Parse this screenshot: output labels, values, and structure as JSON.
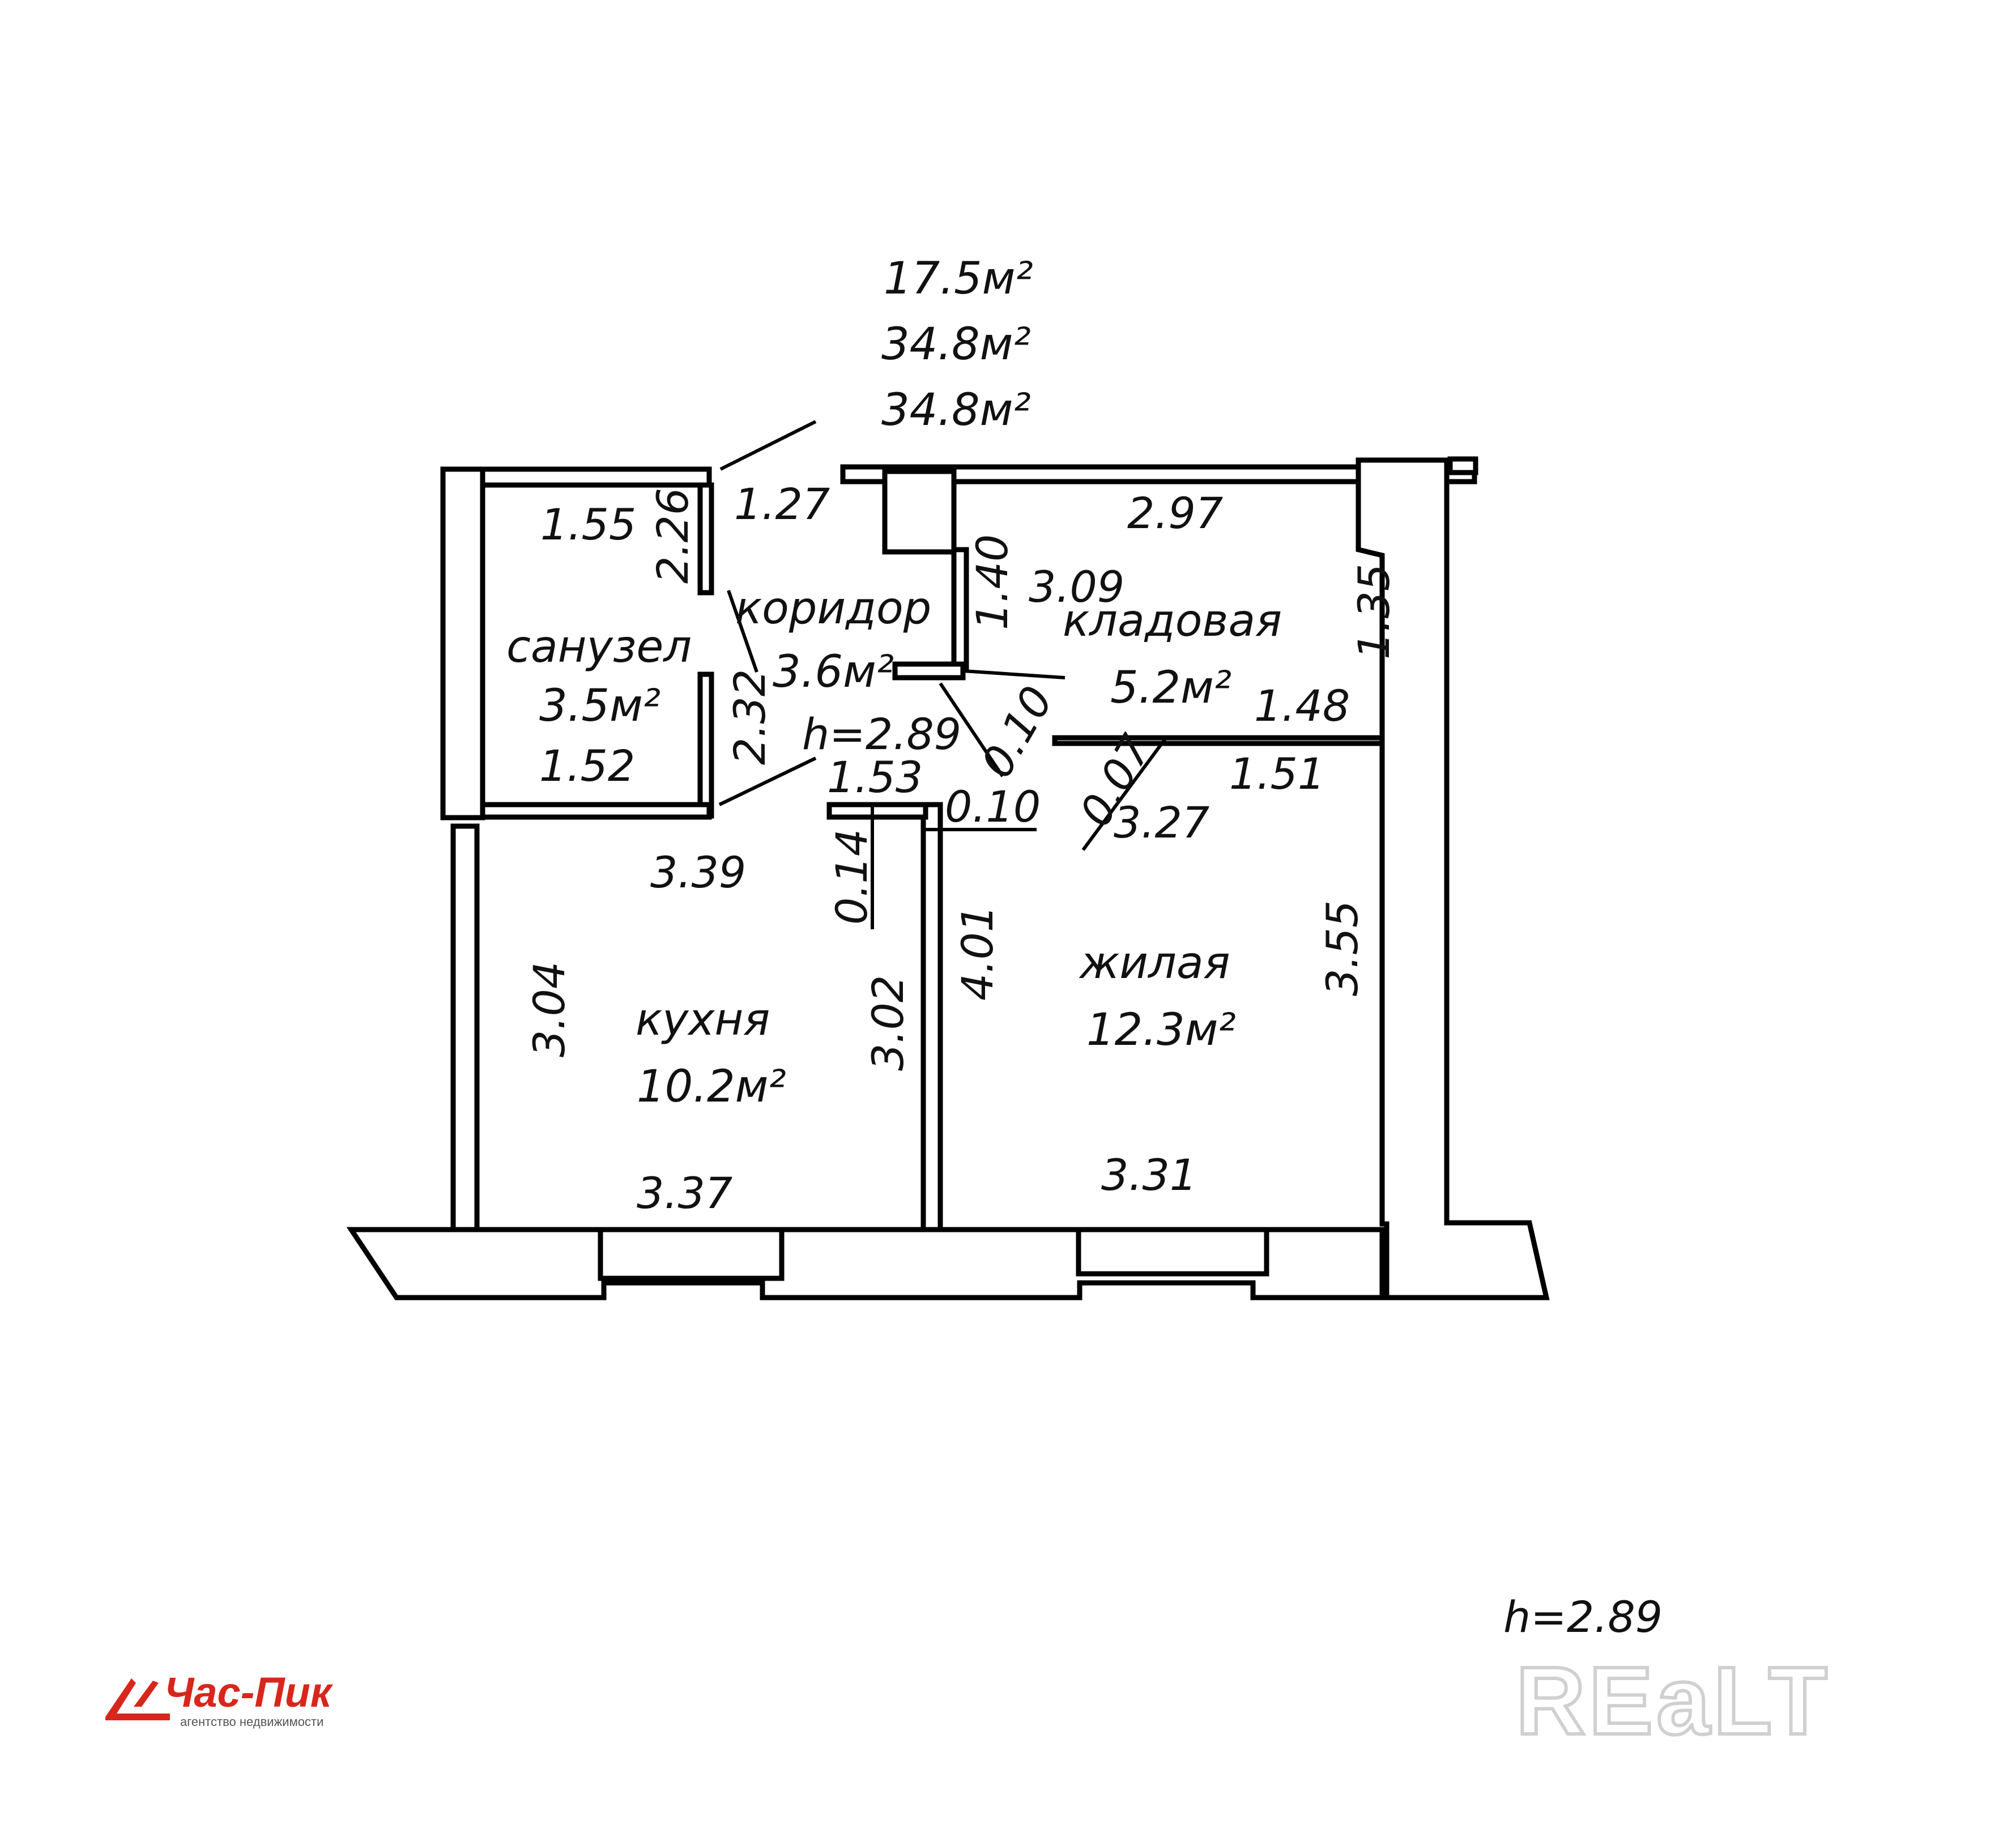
{
  "summary": {
    "living_area": "17.5м²",
    "total_area": "34.8м²",
    "area_with_balcony": "34.8м²"
  },
  "rooms": [
    {
      "name": "санузел",
      "area": "3.5м²"
    },
    {
      "name": "коридор",
      "area": "3.6м²"
    },
    {
      "name": "кладовая",
      "area": "5.2м²"
    },
    {
      "name": "кухня",
      "area": "10.2м²"
    },
    {
      "name": "жилая",
      "area": "12.3м²"
    }
  ],
  "dimensions": {
    "d1_27": "1.27",
    "d1_55": "1.55",
    "d2_26": "2.26",
    "d2_32": "2.32",
    "d1_52": "1.52",
    "d1_53": "1.53",
    "d2_97": "2.97",
    "d3_09": "3.09",
    "d1_40": "1.40",
    "d1_35": "1.35",
    "d1_48": "1.48",
    "d1_51": "1.51",
    "d0_07": "0.07",
    "d3_27": "3.27",
    "d0_10a": "0.10",
    "d0_10b": "0.10",
    "d0_14": "0.14",
    "d3_39": "3.39",
    "d3_04": "3.04",
    "d3_02": "3.02",
    "d4_01": "4.01",
    "d3_55": "3.55",
    "d3_37": "3.37",
    "d3_31": "3.31"
  },
  "ceiling_height_inner": "h=2.89",
  "ceiling_height": "h=2.89",
  "agency": {
    "name": "Час-Пик",
    "tagline": "агентство недвижимости",
    "color": "#d9261c"
  },
  "watermark": "REaLT"
}
